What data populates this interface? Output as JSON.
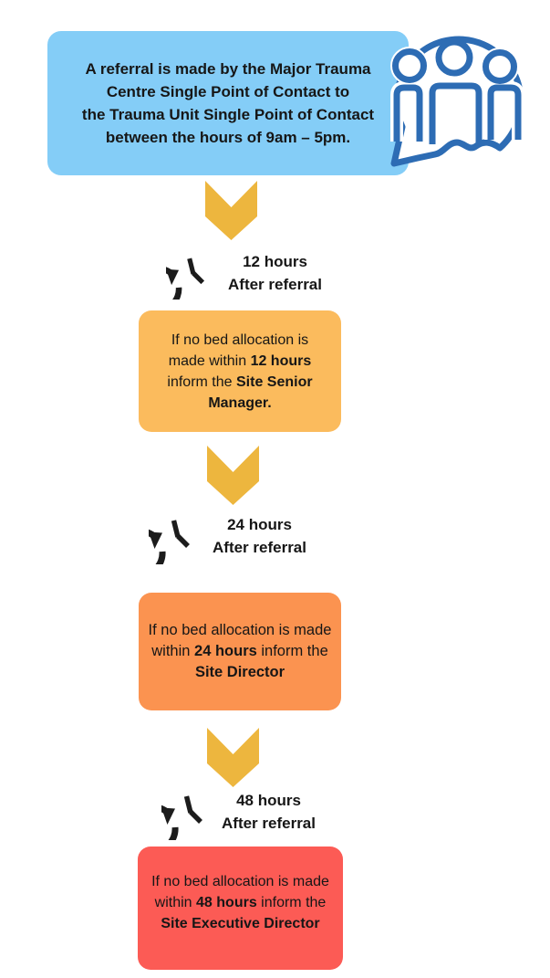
{
  "colors": {
    "page_bg": "#ffffff",
    "text": "#161616",
    "referral_box_bg": "#84CDF7",
    "icon_blue": "#2D6CB4",
    "arrow_gold": "#EDB63E",
    "clock_black": "#1C1C1C",
    "step1_bg": "#FBBB5D",
    "step2_bg": "#FB9350",
    "step3_bg": "#FC5B55"
  },
  "icons": {
    "referral": "people-speech-bubble-icon",
    "timer": "clock-history-icon",
    "flow_arrow": "chevron-down-arrow-icon"
  },
  "referral": {
    "lines": [
      "A referral is made by the Major Trauma",
      "Centre Single Point of Contact to",
      "the Trauma Unit Single Point of Contact",
      "between the hours of 9am – 5pm."
    ]
  },
  "steps": [
    {
      "label_line1": "12 hours",
      "label_line2": "After referral",
      "box_lines": [
        [
          [
            "If no bed allocation is",
            false
          ]
        ],
        [
          [
            "made within ",
            false
          ],
          [
            "12 hours",
            true
          ]
        ],
        [
          [
            "inform the ",
            false
          ],
          [
            "Site Senior",
            true
          ]
        ],
        [
          [
            "Manager.",
            true
          ]
        ]
      ]
    },
    {
      "label_line1": "24 hours",
      "label_line2": "After referral",
      "box_lines": [
        [
          [
            "If no bed allocation is made",
            false
          ]
        ],
        [
          [
            "within ",
            false
          ],
          [
            "24 hours",
            true
          ],
          [
            " inform the",
            false
          ]
        ],
        [
          [
            "Site Director",
            true
          ]
        ]
      ]
    },
    {
      "label_line1": "48 hours",
      "label_line2": "After referral",
      "box_lines": [
        [
          [
            "If no bed allocation is made",
            false
          ]
        ],
        [
          [
            "within ",
            false
          ],
          [
            "48 hours",
            true
          ],
          [
            " inform the",
            false
          ]
        ],
        [
          [
            "Site Executive Director",
            true
          ]
        ]
      ]
    }
  ]
}
